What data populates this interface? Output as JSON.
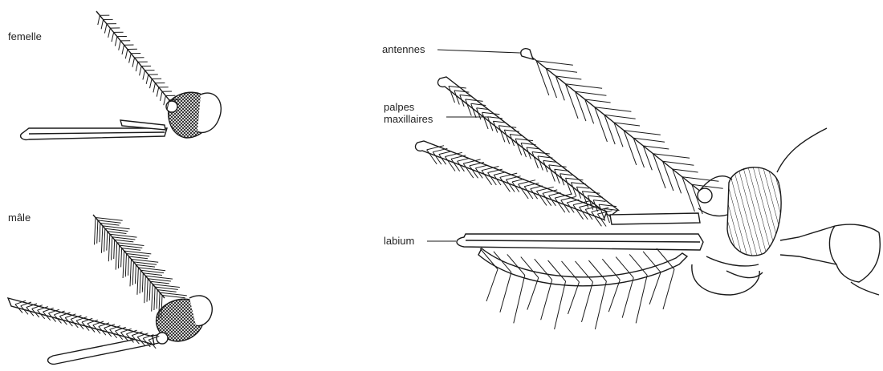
{
  "figure": {
    "left_panel": {
      "female_label": "femelle",
      "male_label": "mâle"
    },
    "right_panel": {
      "labels": {
        "antennae": "antennes",
        "palps": "palpes\nmaxillaires",
        "labium": "labium"
      }
    }
  },
  "colors": {
    "ink": "#1a1a1a",
    "background": "#ffffff"
  }
}
